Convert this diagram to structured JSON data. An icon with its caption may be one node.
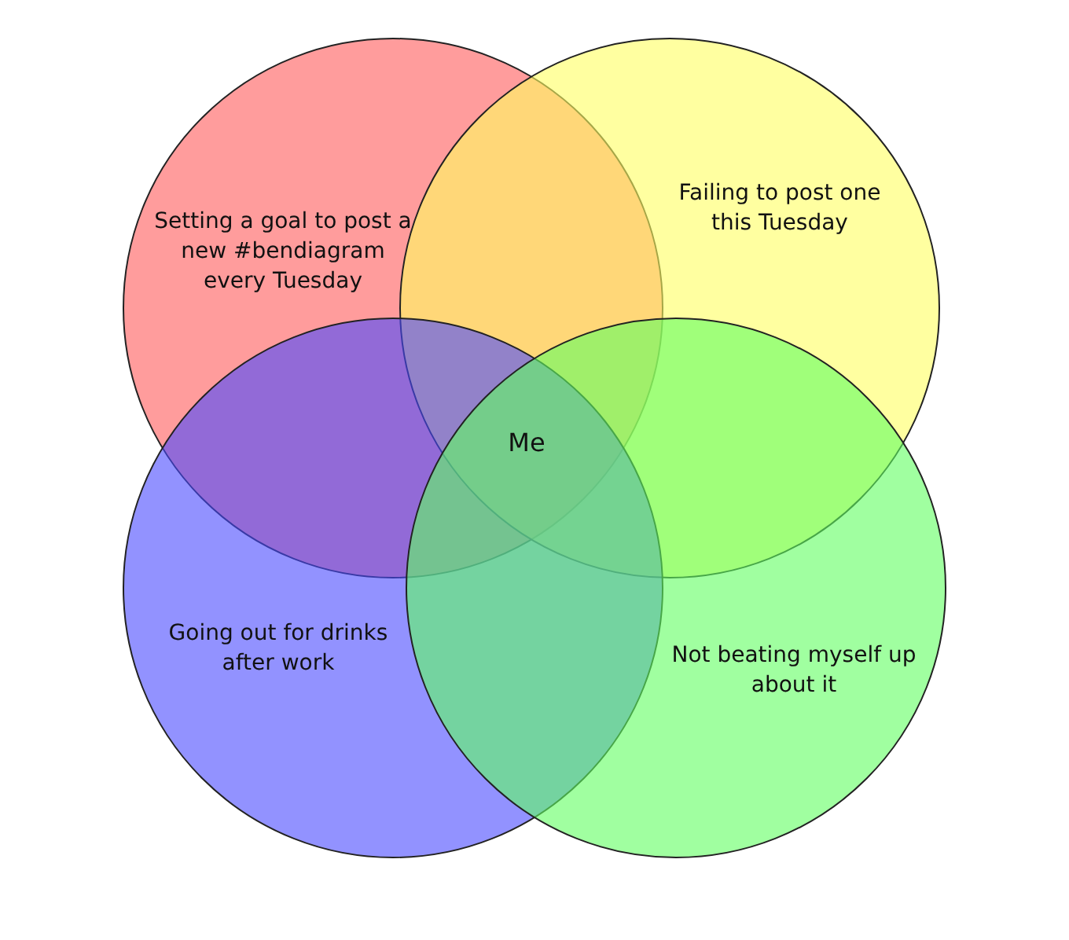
{
  "diagram": {
    "nodes": [
      {
        "text": [
          "Setting a goal to post a new #bendiagram every Tuesday"
        ]
      },
      {
        "text": [
          "Failing to post one this Tuesday"
        ]
      },
      {
        "text": [
          "Going out for drinks after work"
        ]
      },
      {
        "text": [
          "Not beating myself up about it"
        ]
      }
    ],
    "labels": [
      "Me"
    ]
  }
}
